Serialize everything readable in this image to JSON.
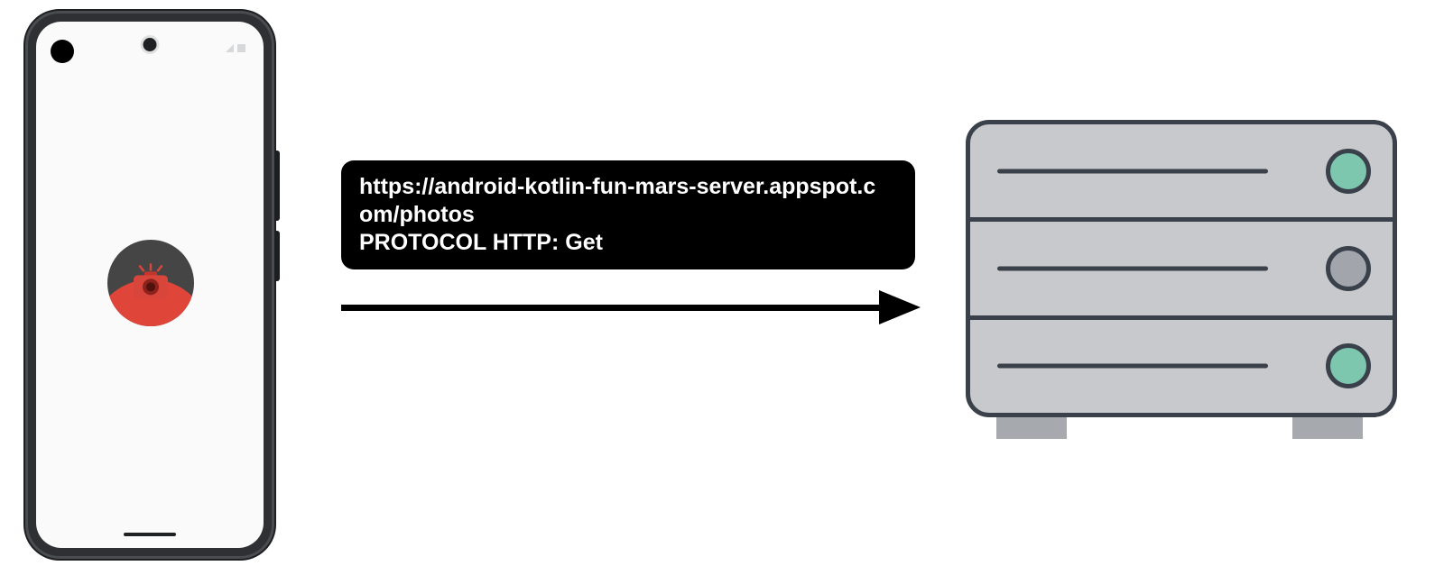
{
  "request": {
    "lines": [
      "https://android-kotlin-fun-mars-server.appspot.c",
      "om/photos",
      "PROTOCOL HTTP: Get"
    ],
    "full_url": "https://android-kotlin-fun-mars-server.appspot.com/photos",
    "protocol": "PROTOCOL HTTP: Get"
  },
  "icons": {
    "phone": "android-phone",
    "app_icon": "mars-photos-camera-icon",
    "arrow": "right-arrow",
    "server": "server-rack-icon",
    "server_lights": [
      "on",
      "off",
      "on"
    ]
  },
  "colors": {
    "label_background": "#000000",
    "label_text": "#ffffff",
    "arrow": "#000000",
    "app_icon_red": "#e0453a",
    "app_icon_dark": "#454545",
    "phone_frame": "#2e3033",
    "phone_screen": "#fafafa",
    "server_body": "#c7c9cd",
    "server_outline": "#3a414b",
    "server_light_on": "#7cc7ae",
    "server_light_off": "#a2a5ab"
  }
}
